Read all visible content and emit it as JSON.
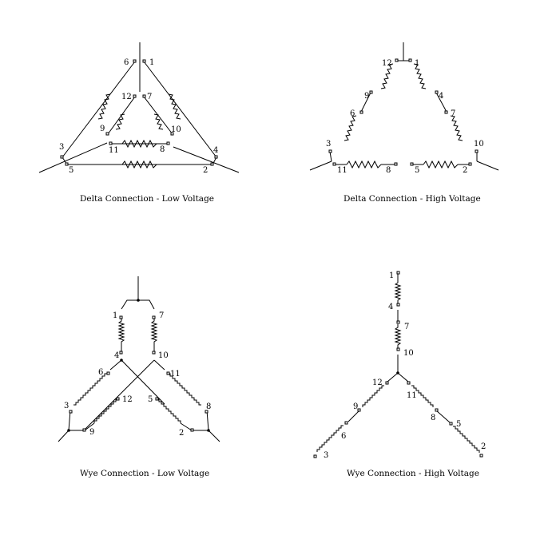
{
  "captions": {
    "delta_low": "Delta Connection - Low Voltage",
    "delta_high": "Delta Connection - High Voltage",
    "wye_low": "Wye Connection - Low Voltage",
    "wye_high": "Wye Connection - High Voltage"
  },
  "terminals": {
    "t1": "1",
    "t2": "2",
    "t3": "3",
    "t4": "4",
    "t5": "5",
    "t6": "6",
    "t7": "7",
    "t8": "8",
    "t9": "9",
    "t10": "10",
    "t11": "11",
    "t12": "12"
  },
  "colors": {
    "line": "#000000",
    "background": "#ffffff"
  }
}
